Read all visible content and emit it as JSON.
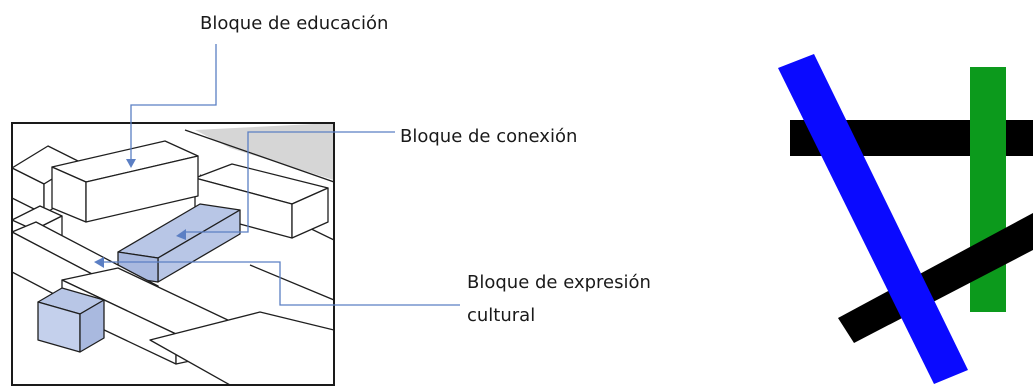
{
  "diagram": {
    "labels": {
      "education_block": "Bloque de educación",
      "connection_block": "Bloque de conexión",
      "expression_block_line1": "Bloque de expresión",
      "expression_block_line2": "cultural"
    },
    "colors": {
      "leader_line": "#5b7fc4",
      "highlight_fill": "#b8c6e6",
      "block_stroke": "#1f1f1f",
      "frame_stroke": "#1a1a1a",
      "shade": "#d6d6d6",
      "bar_blue": "#0a0aff",
      "bar_green": "#0c9a1c",
      "bar_black": "#000000"
    }
  }
}
